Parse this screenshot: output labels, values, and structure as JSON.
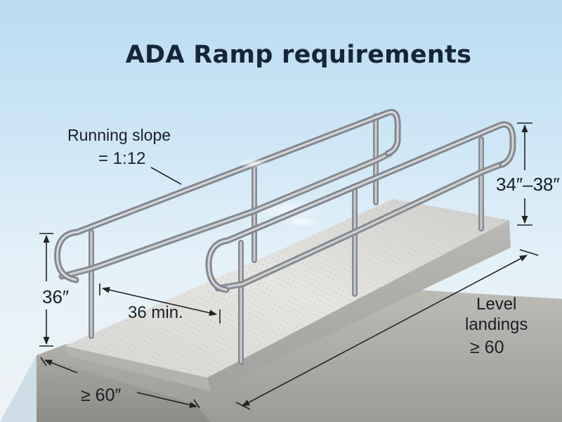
{
  "title": "ADA Ramp requirements",
  "labels": {
    "running_slope_label": "Running slope",
    "running_slope_value": "= 1:12",
    "handrail_height": "34″–38″",
    "vertical_36": "36″",
    "clear_width": "36 min.",
    "landing_label_line1": "Level",
    "landing_label_line2": "landings",
    "landing_value": "≥ 60",
    "bottom_length": "≥ 60″"
  },
  "colors": {
    "sky_top": "#b9dcf2",
    "concrete": "#a9a9a4",
    "rail_steel": "#9ea3a8",
    "text": "#1a1f26"
  }
}
